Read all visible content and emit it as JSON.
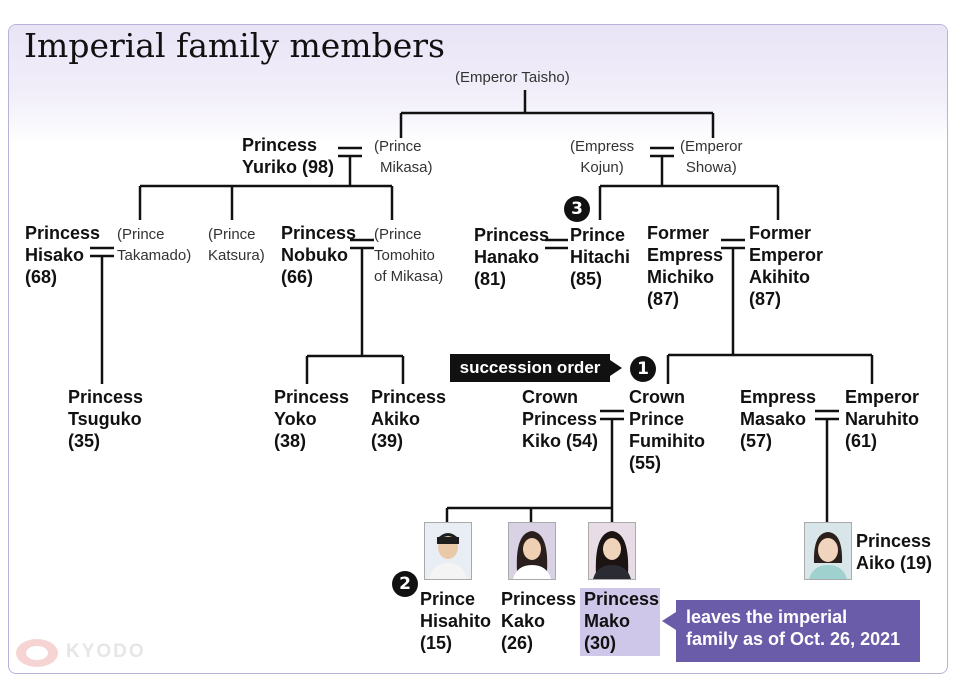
{
  "title": "Imperial family members",
  "persons": {
    "emperor_taisho": "(Emperor Taisho)",
    "yuriko": [
      "Princess",
      "Yuriko (98)"
    ],
    "mikasa": [
      "(Prince",
      "Mikasa)"
    ],
    "kojun": [
      "(Empress",
      "Kojun)"
    ],
    "showa": [
      "(Emperor",
      "Showa)"
    ],
    "hisako": [
      "Princess",
      "Hisako",
      "(68)"
    ],
    "takamado": [
      "(Prince",
      "Takamado)"
    ],
    "katsura": [
      "(Prince",
      "Katsura)"
    ],
    "nobuko": [
      "Princess",
      "Nobuko",
      "(66)"
    ],
    "tomohito": [
      "(Prince",
      "Tomohito",
      "of Mikasa)"
    ],
    "hanako": [
      "Princess",
      "Hanako",
      "(81)"
    ],
    "hitachi": [
      "Prince",
      "Hitachi",
      "(85)"
    ],
    "michiko": [
      "Former",
      "Empress",
      "Michiko",
      "(87)"
    ],
    "akihito": [
      "Former",
      "Emperor",
      "Akihito",
      "(87)"
    ],
    "tsuguko": [
      "Princess",
      "Tsuguko",
      "(35)"
    ],
    "yoko": [
      "Princess",
      "Yoko",
      "(38)"
    ],
    "akiko": [
      "Princess",
      "Akiko",
      "(39)"
    ],
    "kiko": [
      "Crown",
      "Princess",
      "Kiko (54)"
    ],
    "fumihito": [
      "Crown",
      "Prince",
      "Fumihito",
      "(55)"
    ],
    "masako": [
      "Empress",
      "Masako",
      "(57)"
    ],
    "naruhito": [
      "Emperor",
      "Naruhito",
      "(61)"
    ],
    "hisahito": [
      "Prince",
      "Hisahito",
      "(15)"
    ],
    "kako": [
      "Princess",
      "Kako",
      "(26)"
    ],
    "mako": [
      "Princess",
      "Mako",
      "(30)"
    ],
    "aiko": [
      "Princess",
      "Aiko (19)"
    ]
  },
  "succession_label": "succession order",
  "succession_numbers": [
    "1",
    "2",
    "3"
  ],
  "note": [
    "leaves the imperial",
    "family as of Oct. 26, 2021"
  ],
  "credit": "KYODO",
  "colors": {
    "accent": "#6a5ca8",
    "highlight": "#cfc7e9",
    "band": "#e9e4f6"
  }
}
